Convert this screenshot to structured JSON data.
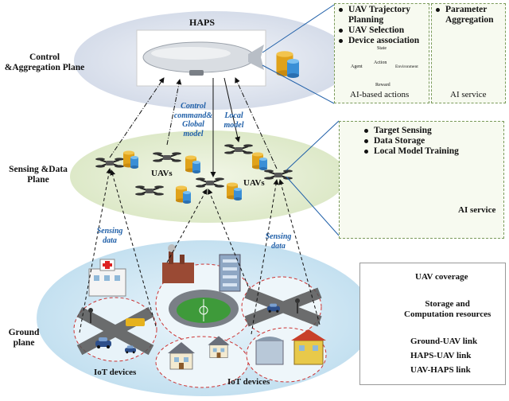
{
  "haps": {
    "label": "HAPS"
  },
  "planes": {
    "control": "Control\n&Aggregation Plane",
    "sensing": "Sensing &Data\nPlane",
    "ground": "Ground\nplane"
  },
  "links_text": {
    "control_command": "Control\ncommand&\nGlobal\nmodel",
    "local_model": "Local\nmodel",
    "sensing_left": "Sensing\ndata",
    "sensing_right": "Sensing\ndata"
  },
  "uav_labels": [
    "UAVs",
    "UAVs"
  ],
  "iot_labels": [
    "IoT devices",
    "IoT devices"
  ],
  "top_panel": {
    "left_items": [
      "UAV Trajectory Planning",
      "UAV Selection",
      "Device association"
    ],
    "right_items": [
      "Parameter Aggregation"
    ],
    "rl_state": "State",
    "rl_agent": "Agent",
    "rl_action": "Action",
    "rl_env": "Environment",
    "rl_reward": "Reward",
    "caption_left": "AI-based actions",
    "caption_right": "AI service"
  },
  "mid_panel": {
    "items": [
      "Target Sensing",
      "Data Storage",
      "Local Model Training"
    ],
    "caption": "AI service"
  },
  "legend": {
    "uav_coverage": "UAV coverage",
    "storage": "Storage and\nComputation resources",
    "ground_uav": "Ground-UAV link",
    "haps_uav": "HAPS-UAV link",
    "uav_haps": "UAV-HAPS link"
  },
  "colors": {
    "control_plane": "#dfe5ef",
    "sensing_plane": "#e6efd6",
    "ground_plane": "#d7eaf4",
    "coverage": "#cc3333",
    "storage_gold": "#e0a21a",
    "storage_blue": "#3a8fd6",
    "link_blue": "#1f5fa8"
  }
}
